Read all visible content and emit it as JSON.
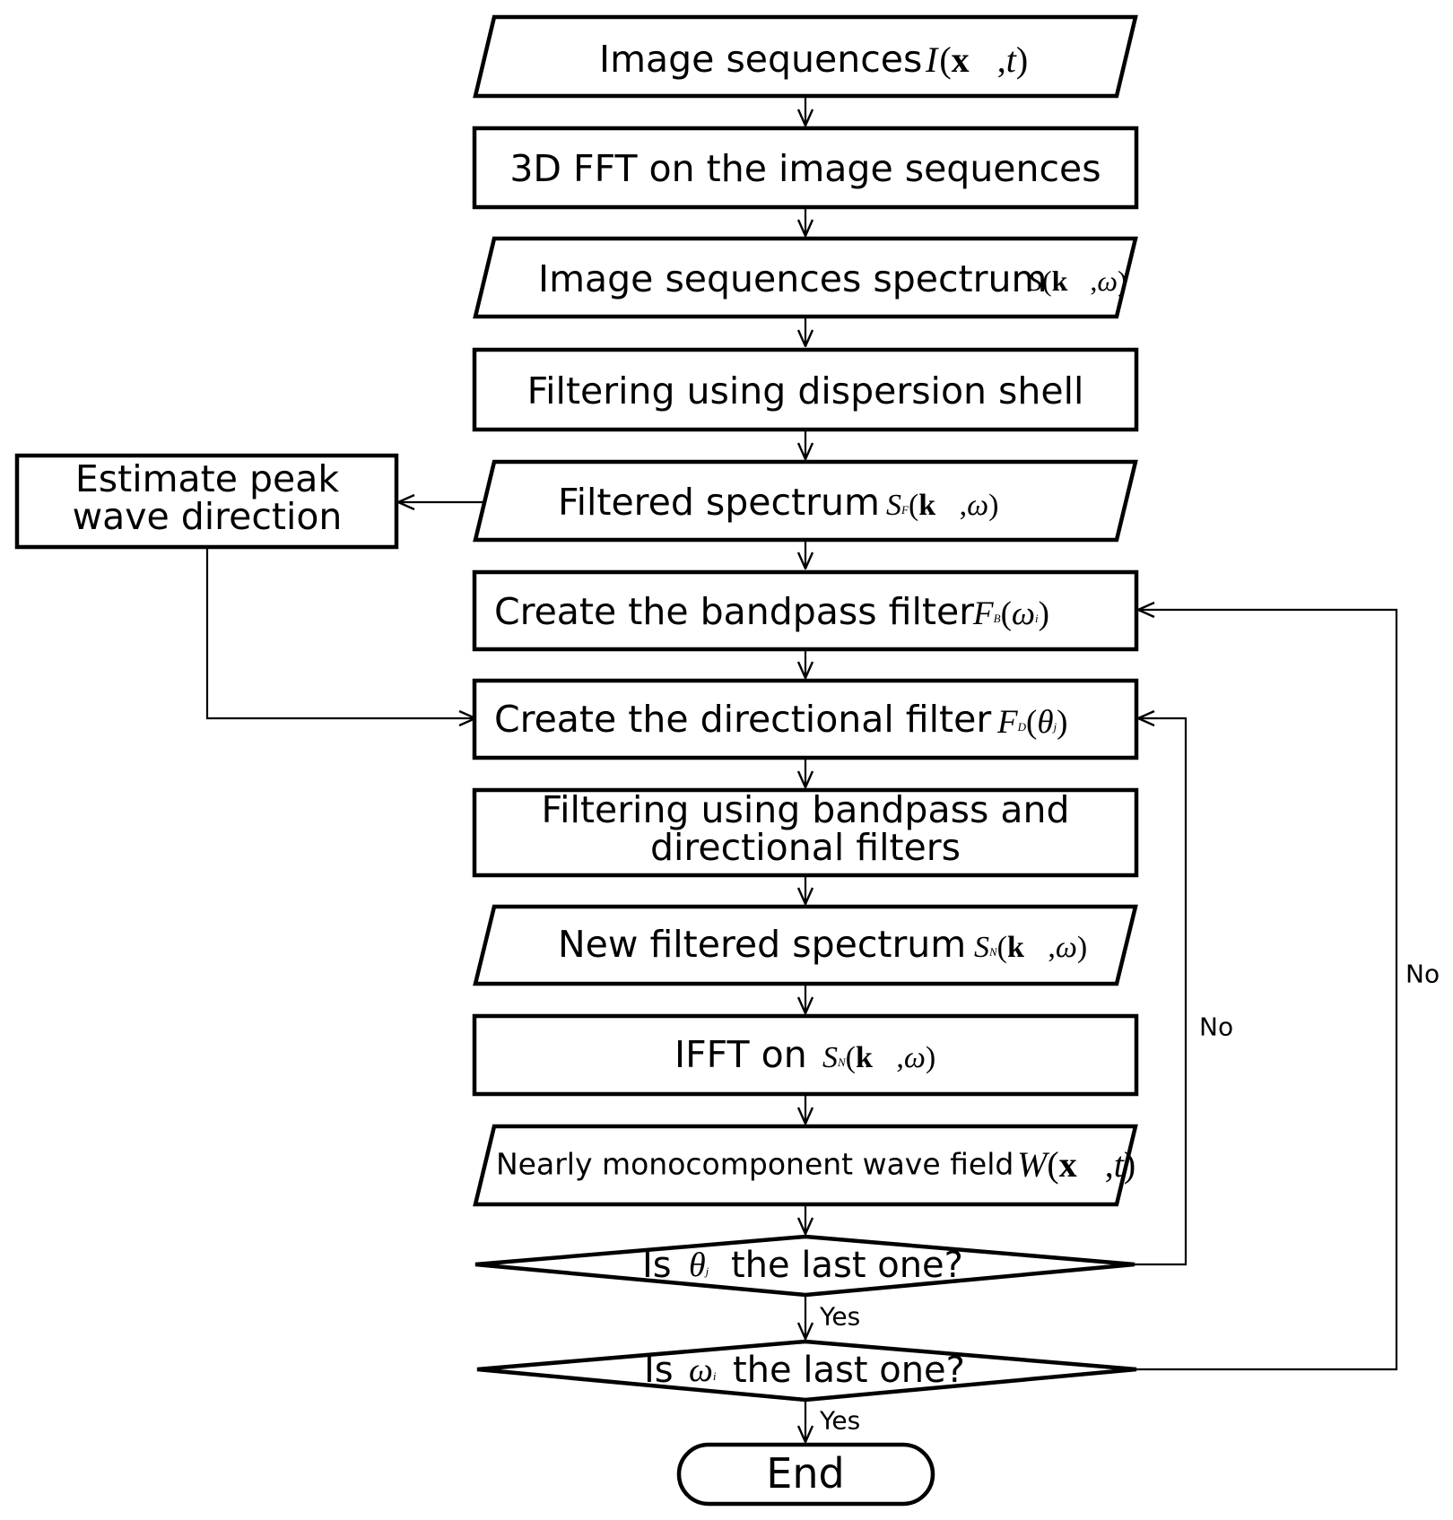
{
  "nodes": [
    {
      "id": "n1",
      "shape": "parallelogram",
      "text": "Image sequences",
      "math": [
        "I",
        "(",
        "x⃗",
        ",",
        "t",
        ")"
      ]
    },
    {
      "id": "n2",
      "shape": "rect",
      "text": "3D FFT on the image sequences"
    },
    {
      "id": "n3",
      "shape": "parallelogram",
      "text": "Image sequences spectrum",
      "math": [
        "S",
        "(",
        "k⃗",
        ",",
        "ω",
        ")"
      ]
    },
    {
      "id": "n4",
      "shape": "rect",
      "text": "Filtering using dispersion shell"
    },
    {
      "id": "n5",
      "shape": "parallelogram",
      "text": "Filtered spectrum",
      "math": [
        "S",
        "F",
        "(",
        "k⃗",
        ",",
        "ω",
        ")"
      ]
    },
    {
      "id": "n6",
      "shape": "rect",
      "text": "Create the bandpass filter",
      "math": [
        "F",
        "B",
        "(",
        "ω",
        "i",
        ")"
      ]
    },
    {
      "id": "n7",
      "shape": "rect",
      "text": "Create the directional filter",
      "math": [
        "F",
        "D",
        "(",
        "θ",
        "j",
        ")"
      ]
    },
    {
      "id": "n8",
      "shape": "rect",
      "text_lines": [
        "Filtering using bandpass and",
        "directional filters"
      ]
    },
    {
      "id": "n9",
      "shape": "parallelogram",
      "text": "New filtered spectrum",
      "math": [
        "S",
        "N",
        "(",
        "k⃗",
        ",",
        "ω",
        ")"
      ]
    },
    {
      "id": "n10",
      "shape": "rect",
      "text": "IFFT on",
      "math": [
        "S",
        "N",
        "(",
        "k⃗",
        ",",
        "ω",
        ")"
      ]
    },
    {
      "id": "n11",
      "shape": "parallelogram",
      "text": "Nearly monocomponent wave field",
      "math": [
        "W",
        "(",
        "x⃗",
        ",",
        "t",
        ")"
      ]
    },
    {
      "id": "n12",
      "shape": "diamond",
      "text_before": "Is",
      "math": [
        "θ",
        "j"
      ],
      "text_after": "the last one?"
    },
    {
      "id": "n13",
      "shape": "diamond",
      "text_before": "Is",
      "math": [
        "ω",
        "i"
      ],
      "text_after": "the last one?"
    },
    {
      "id": "n14",
      "shape": "terminator",
      "text": "End"
    },
    {
      "id": "side",
      "shape": "rect",
      "text_lines": [
        "Estimate peak",
        "wave direction"
      ]
    }
  ],
  "edges": {
    "yes_label": "Yes",
    "no_label": "No"
  }
}
